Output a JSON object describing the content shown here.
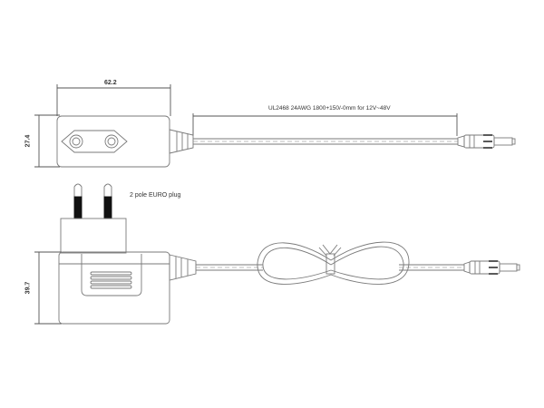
{
  "dimensions": {
    "top_width": "62.2",
    "top_height": "27.4",
    "side_height": "39.7"
  },
  "labels": {
    "cable_spec": "UL2468 24AWG 1800+150/-0mm for 12V~48V",
    "plug_type": "2 pole EURO plug"
  },
  "colors": {
    "line": "#7a7a7a",
    "dim_line": "#555555",
    "pin_dark": "#111111"
  }
}
